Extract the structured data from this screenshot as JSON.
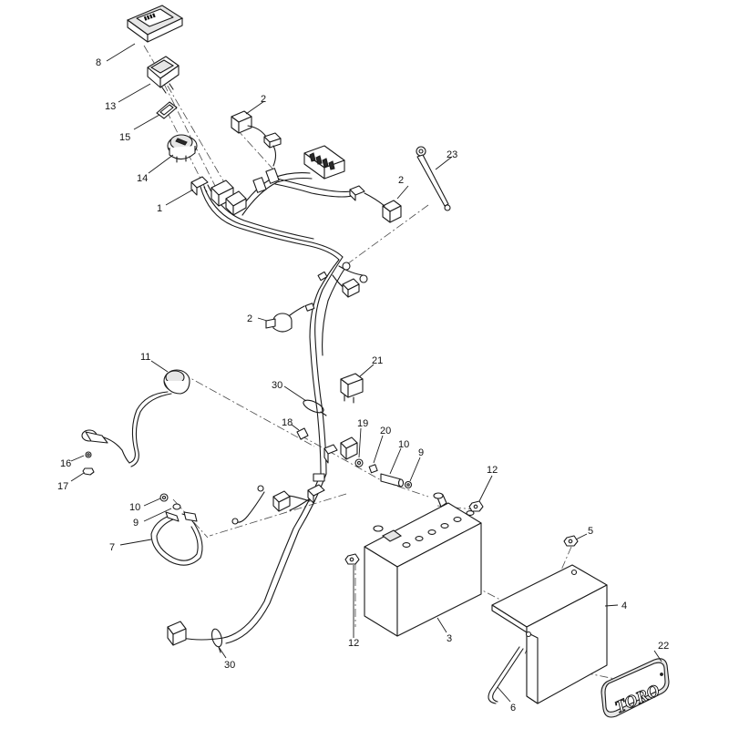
{
  "callouts": [
    {
      "id": "c8",
      "label": "8"
    },
    {
      "id": "c13",
      "label": "13"
    },
    {
      "id": "c15",
      "label": "15"
    },
    {
      "id": "c14",
      "label": "14"
    },
    {
      "id": "c1",
      "label": "1"
    },
    {
      "id": "c2a",
      "label": "2"
    },
    {
      "id": "c2b",
      "label": "2"
    },
    {
      "id": "c2c",
      "label": "2"
    },
    {
      "id": "c23",
      "label": "23"
    },
    {
      "id": "c11",
      "label": "11"
    },
    {
      "id": "c30a",
      "label": "30"
    },
    {
      "id": "c21",
      "label": "21"
    },
    {
      "id": "c18",
      "label": "18"
    },
    {
      "id": "c19",
      "label": "19"
    },
    {
      "id": "c20",
      "label": "20"
    },
    {
      "id": "c10a",
      "label": "10"
    },
    {
      "id": "c9a",
      "label": "9"
    },
    {
      "id": "c12a",
      "label": "12"
    },
    {
      "id": "c16",
      "label": "16"
    },
    {
      "id": "c17",
      "label": "17"
    },
    {
      "id": "c10b",
      "label": "10"
    },
    {
      "id": "c9b",
      "label": "9"
    },
    {
      "id": "c7",
      "label": "7"
    },
    {
      "id": "c5",
      "label": "5"
    },
    {
      "id": "c4",
      "label": "4"
    },
    {
      "id": "c12b",
      "label": "12"
    },
    {
      "id": "c3",
      "label": "3"
    },
    {
      "id": "c22",
      "label": "22"
    },
    {
      "id": "c30b",
      "label": "30"
    },
    {
      "id": "c6",
      "label": "6"
    }
  ],
  "logo": {
    "text": "TORO"
  },
  "colors": {
    "line": "#1a1a1a",
    "paper": "#ffffff"
  }
}
